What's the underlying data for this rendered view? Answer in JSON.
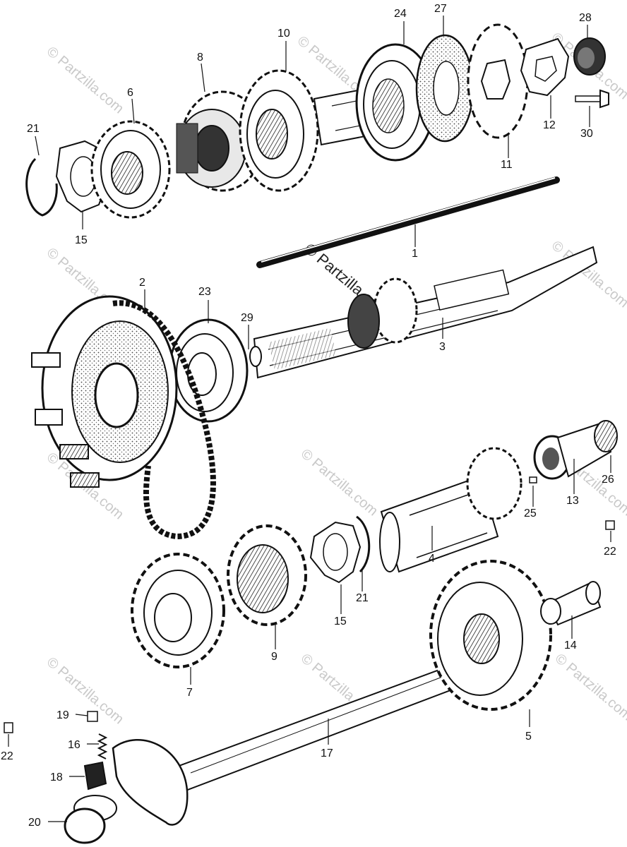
{
  "watermark": {
    "text": "© Partzilla.com",
    "center_text": "© Partzilla.com"
  },
  "callouts": {
    "p1": "1",
    "p2": "2",
    "p3": "3",
    "p4": "4",
    "p5": "5",
    "p6": "6",
    "p7": "7",
    "p8": "8",
    "p9": "9",
    "p10": "10",
    "p11": "11",
    "p12": "12",
    "p13": "13",
    "p14": "14",
    "p15a": "15",
    "p15b": "15",
    "p16": "16",
    "p17": "17",
    "p18": "18",
    "p19": "19",
    "p20": "20",
    "p21a": "21",
    "p21b": "21",
    "p22a": "22",
    "p22b": "22",
    "p23": "23",
    "p24": "24",
    "p25": "25",
    "p26": "26",
    "p27": "27",
    "p28": "28",
    "p29": "29",
    "p30": "30"
  },
  "colors": {
    "ink": "#111111",
    "paper": "#ffffff",
    "watermark": "#c9c9c9",
    "shade": "#8a8a8a"
  }
}
